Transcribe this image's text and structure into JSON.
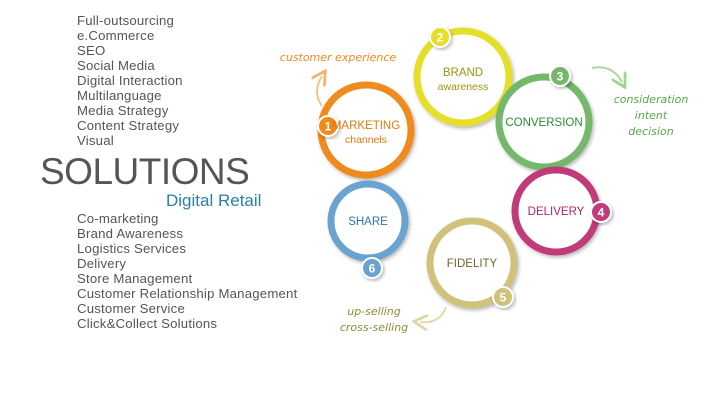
{
  "services_top": [
    "Full-outsourcing",
    "e.Commerce",
    "SEO",
    "Social Media",
    "Digital Interaction",
    "Multilanguage",
    "Media Strategy",
    "Content Strategy",
    "Visual"
  ],
  "title": "SOLUTIONS",
  "subtitle": "Digital Retail",
  "services_bottom": [
    "Co-marketing",
    "Brand Awareness",
    "Logistics Services",
    "Delivery",
    "Store Management",
    "Customer Relationship Management",
    "Customer Service",
    "Click&Collect Solutions"
  ],
  "steps": [
    {
      "number": "1",
      "label": "MARKETING",
      "sub": "channels",
      "color": "#ef8a1f",
      "text_color": "#e07a10"
    },
    {
      "number": "2",
      "label": "BRAND",
      "sub": "awareness",
      "color": "#e6df2c",
      "text_color": "#9a9410"
    },
    {
      "number": "3",
      "label": "CONVERSION",
      "sub": "",
      "color": "#75b86c",
      "text_color": "#2f8a3a"
    },
    {
      "number": "4",
      "label": "DELIVERY",
      "sub": "",
      "color": "#c13a78",
      "text_color": "#b0246a"
    },
    {
      "number": "5",
      "label": "FIDELITY",
      "sub": "",
      "color": "#cfc27a",
      "text_color": "#6d6630"
    },
    {
      "number": "6",
      "label": "SHARE",
      "sub": "",
      "color": "#6aa3cf",
      "text_color": "#2f75a8"
    }
  ],
  "notes": {
    "customer_experience": "customer experience",
    "consideration": [
      "consideration",
      "intent",
      "decision"
    ],
    "upselling": [
      "up-selling",
      "cross-selling"
    ]
  },
  "note_colors": {
    "customer_experience": "#ef8a1f",
    "consideration": "#5aa84e",
    "upselling": "#8f8a3e"
  }
}
